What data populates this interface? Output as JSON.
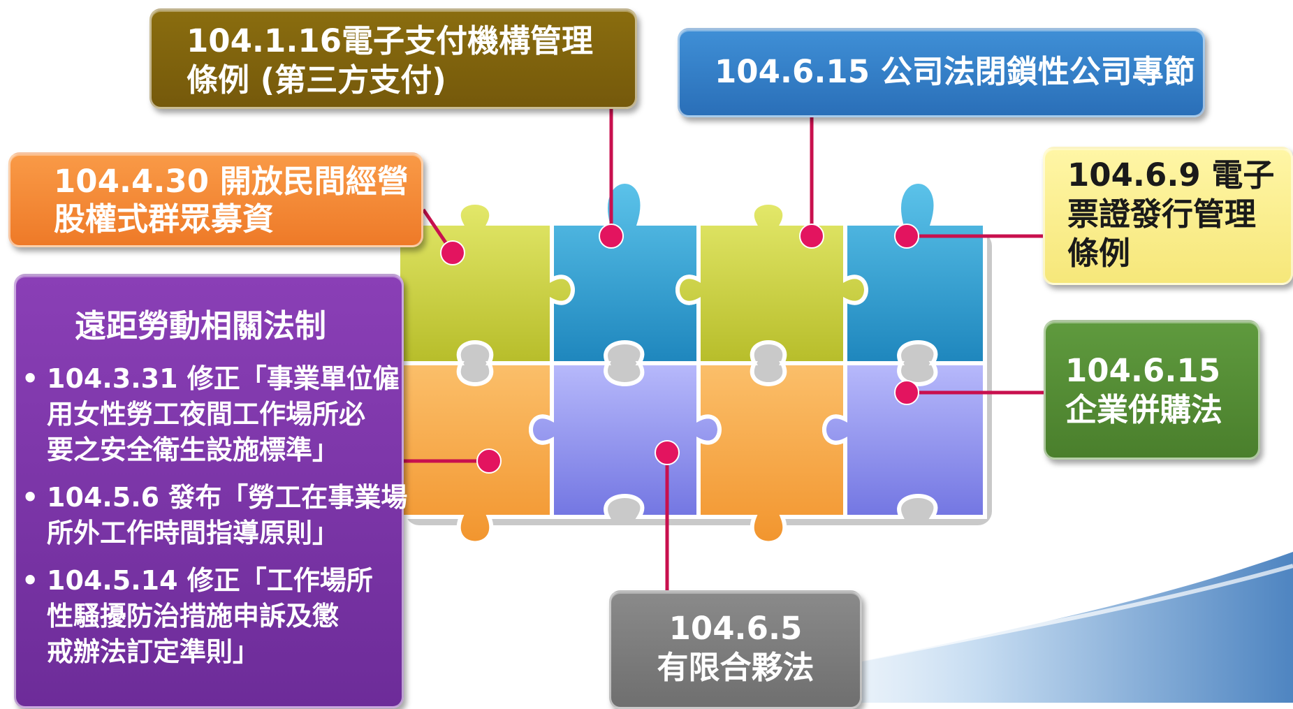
{
  "boxes": {
    "electronic_payment": {
      "line1": "104.1.16電子支付機構管理",
      "line2": "條例 (第三方支付)"
    },
    "closely_held": {
      "line1": "104.6.15 公司法閉鎖性公司專節"
    },
    "crowdfunding": {
      "line1": "104.4.30 開放民間經營",
      "line2": "股權式群眾募資"
    },
    "e_ticket": {
      "line1": "104.6.9 電子",
      "line2": "票證發行管理",
      "line3": "條例"
    },
    "telework": {
      "title": "遠距勞動相關法制",
      "bullet": "•",
      "items": [
        {
          "line1": "104.3.31  修正「事業單位僱",
          "line2": "用女性勞工夜間工作場所必",
          "line3": "要之安全衛生設施標準」"
        },
        {
          "line1": "104.5.6 發布「勞工在事業場",
          "line2": "所外工作時間指導原則」"
        },
        {
          "line1": "104.5.14  修正「工作場所",
          "line2": "性騷擾防治措施申訴及懲",
          "line3": "戒辦法訂定準則」"
        }
      ]
    },
    "mergers": {
      "line1": "104.6.15",
      "line2": "企業併購法"
    },
    "llp": {
      "line1": "104.6.5",
      "line2": "有限合夥法"
    }
  },
  "colors": {
    "olive": "#7f640d",
    "blue": "#3382c9",
    "orange": "#f58a36",
    "yellow": "#faef8e",
    "purple": "#7b35a8",
    "green": "#558d35",
    "gray": "#7e7e7e",
    "connector": "#c8104e",
    "puzzle_lime": "#c8cf3c",
    "puzzle_cyan": "#2f9fd0",
    "puzzle_periwinkle": "#8c8fef",
    "puzzle_orange": "#f7a94a"
  }
}
